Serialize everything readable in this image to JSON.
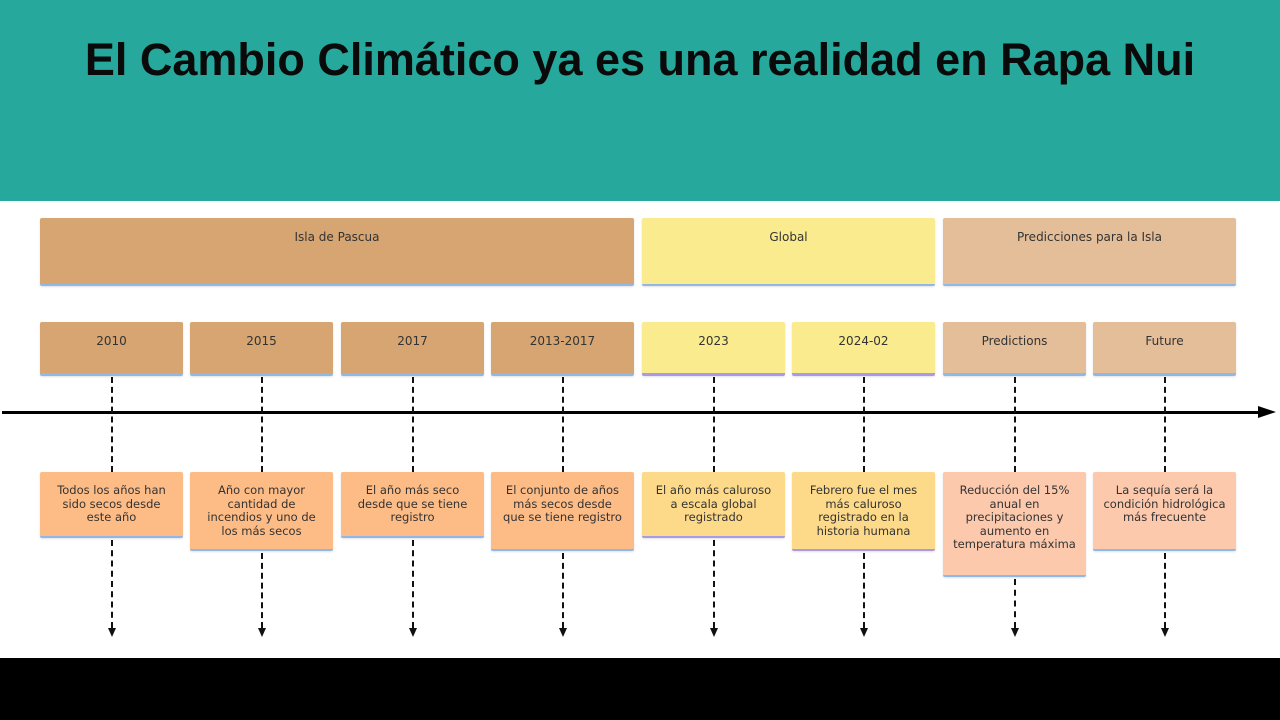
{
  "title": "El Cambio Climático ya es una realidad en Rapa Nui",
  "groups": [
    {
      "label": "Isla de Pascua"
    },
    {
      "label": "Global"
    },
    {
      "label": "Predicciones para la Isla"
    }
  ],
  "events": [
    {
      "label": "2010",
      "note": "Todos los años han sido secos desde este año"
    },
    {
      "label": "2015",
      "note": "Año con mayor cantidad de incendios y uno de los más secos"
    },
    {
      "label": "2017",
      "note": "El año más seco desde que se tiene registro"
    },
    {
      "label": "2013-2017",
      "note": "El conjunto de años más secos desde que se tiene registro"
    },
    {
      "label": "2023",
      "note": "El año más caluroso a escala global registrado"
    },
    {
      "label": "2024-02",
      "note": "Febrero fue el mes más caluroso registrado en la historia humana"
    },
    {
      "label": "Predictions",
      "note": "Reducción del 15% anual en precipitaciones y aumento en temperatura máxima"
    },
    {
      "label": "Future",
      "note": "La sequía será la condición hidrológica más frecuente"
    }
  ],
  "colors": {
    "banner": "#26a89c",
    "isla": "#d6a572",
    "global": "#fbeb8f",
    "predicciones": "#e4bd99"
  }
}
